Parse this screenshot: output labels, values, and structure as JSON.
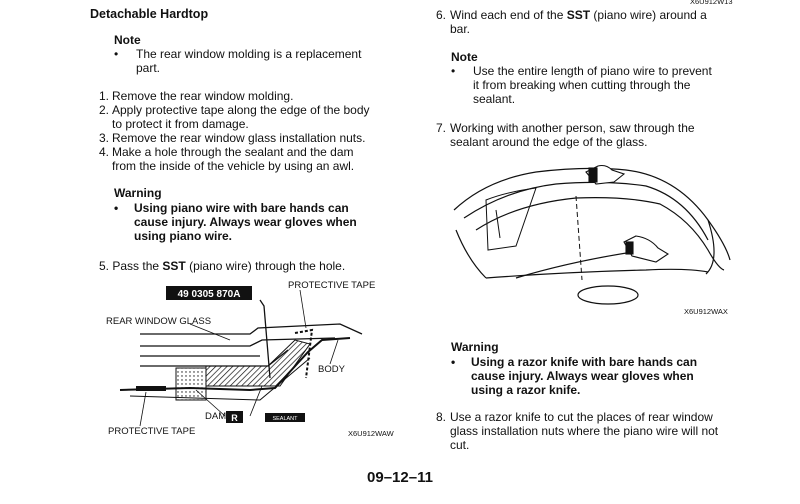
{
  "left": {
    "heading": "Detachable Hardtop",
    "note_heading": "Note",
    "note_line1": "The rear window molding is a replacement",
    "note_line2": "part.",
    "steps": [
      {
        "num": "1.",
        "lines": [
          "Remove the rear window molding."
        ]
      },
      {
        "num": "2.",
        "lines": [
          "Apply protective tape along the edge of the body",
          "to protect it from damage."
        ]
      },
      {
        "num": "3.",
        "lines": [
          "Remove the rear window glass installation nuts."
        ]
      },
      {
        "num": "4.",
        "lines": [
          "Make a hole through the sealant and the dam",
          "from the inside of the vehicle by using an awl."
        ]
      }
    ],
    "warning_heading": "Warning",
    "warning_lines": [
      "Using piano wire with bare hands can",
      "cause injury. Always wear gloves when",
      "using piano wire."
    ],
    "step5_num": "5.",
    "step5_pre": "Pass the ",
    "step5_bold": "SST",
    "step5_post": " (piano wire) through the hole."
  },
  "figure1": {
    "part_number": "49 0305 870A",
    "label_protective_tape_top": "PROTECTIVE TAPE",
    "label_rear_window_glass": "REAR WINDOW GLASS",
    "label_body": "BODY",
    "label_dam": "DAM",
    "label_r": "R",
    "label_sealant": "SEALANT",
    "label_protective_tape_bottom": "PROTECTIVE TAPE",
    "code": "X6U912WAW"
  },
  "right": {
    "top_code": "X6U912W13",
    "step6_num": "6.",
    "step6_pre": "Wind each end of the ",
    "step6_bold": "SST",
    "step6_post": " (piano wire) around a",
    "step6_line2": "bar.",
    "note_heading": "Note",
    "note_lines": [
      "Use the entire length of piano wire to prevent",
      "it from breaking when cutting through the",
      "sealant."
    ],
    "step7_num": "7.",
    "step7_lines": [
      "Working with another person, saw through the",
      "sealant around the edge of the glass."
    ],
    "figure2_code": "X6U912WAX",
    "warning_heading": "Warning",
    "warning_lines": [
      "Using a razor knife with bare hands can",
      "cause injury. Always wear gloves when",
      "using a razor knife."
    ],
    "step8_num": "8.",
    "step8_lines": [
      "Use a razor knife to cut the places of rear window",
      "glass installation nuts where the piano wire will not",
      "cut."
    ]
  },
  "footer": {
    "page_number": "09–12–11"
  }
}
